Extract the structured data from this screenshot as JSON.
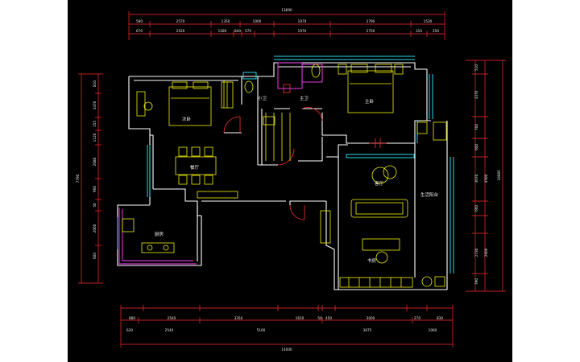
{
  "colors": {
    "background": "#000000",
    "dimension": "#ff2b2b",
    "wall": "#ffffff",
    "furniture": "#f2f200",
    "window": "#22d8e8",
    "door": "#ff3030",
    "cabinet": "#ff40ff",
    "text": "#f0f0f0"
  },
  "dimensions": {
    "top_total": "13690",
    "top_row1": [
      "580",
      "2570",
      "1350",
      "1000",
      "1970",
      "2790",
      "1530"
    ],
    "top_row2": [
      "670",
      "2520",
      "1280",
      "840",
      "570",
      "1970",
      "2750",
      "310",
      "250"
    ],
    "bottom_row1": [
      "880",
      "2540",
      "3350",
      "1610",
      "50",
      "450",
      "3000",
      "270",
      "830"
    ],
    "bottom_row2": [
      "620",
      "2540",
      "5100",
      "3075",
      "1060"
    ],
    "bottom_total": "14000",
    "left_total": "7790",
    "left_row": [
      "810",
      "3470",
      "155",
      "1120",
      "2080",
      "960",
      "50",
      "2060",
      "600"
    ],
    "right_total": "10085",
    "right_row": [
      "510",
      "3370",
      "700",
      "600",
      "3070",
      "660",
      "4500",
      "2730",
      "790",
      "2600"
    ]
  },
  "rooms": {
    "second_bedroom": "次卧",
    "master_bedroom": "主卧",
    "small_bath": "小卫",
    "master_bath": "主卫",
    "dining": "餐厅",
    "living": "客厅",
    "kitchen": "厨房",
    "study": "书房",
    "balcony": "生活阳台"
  }
}
